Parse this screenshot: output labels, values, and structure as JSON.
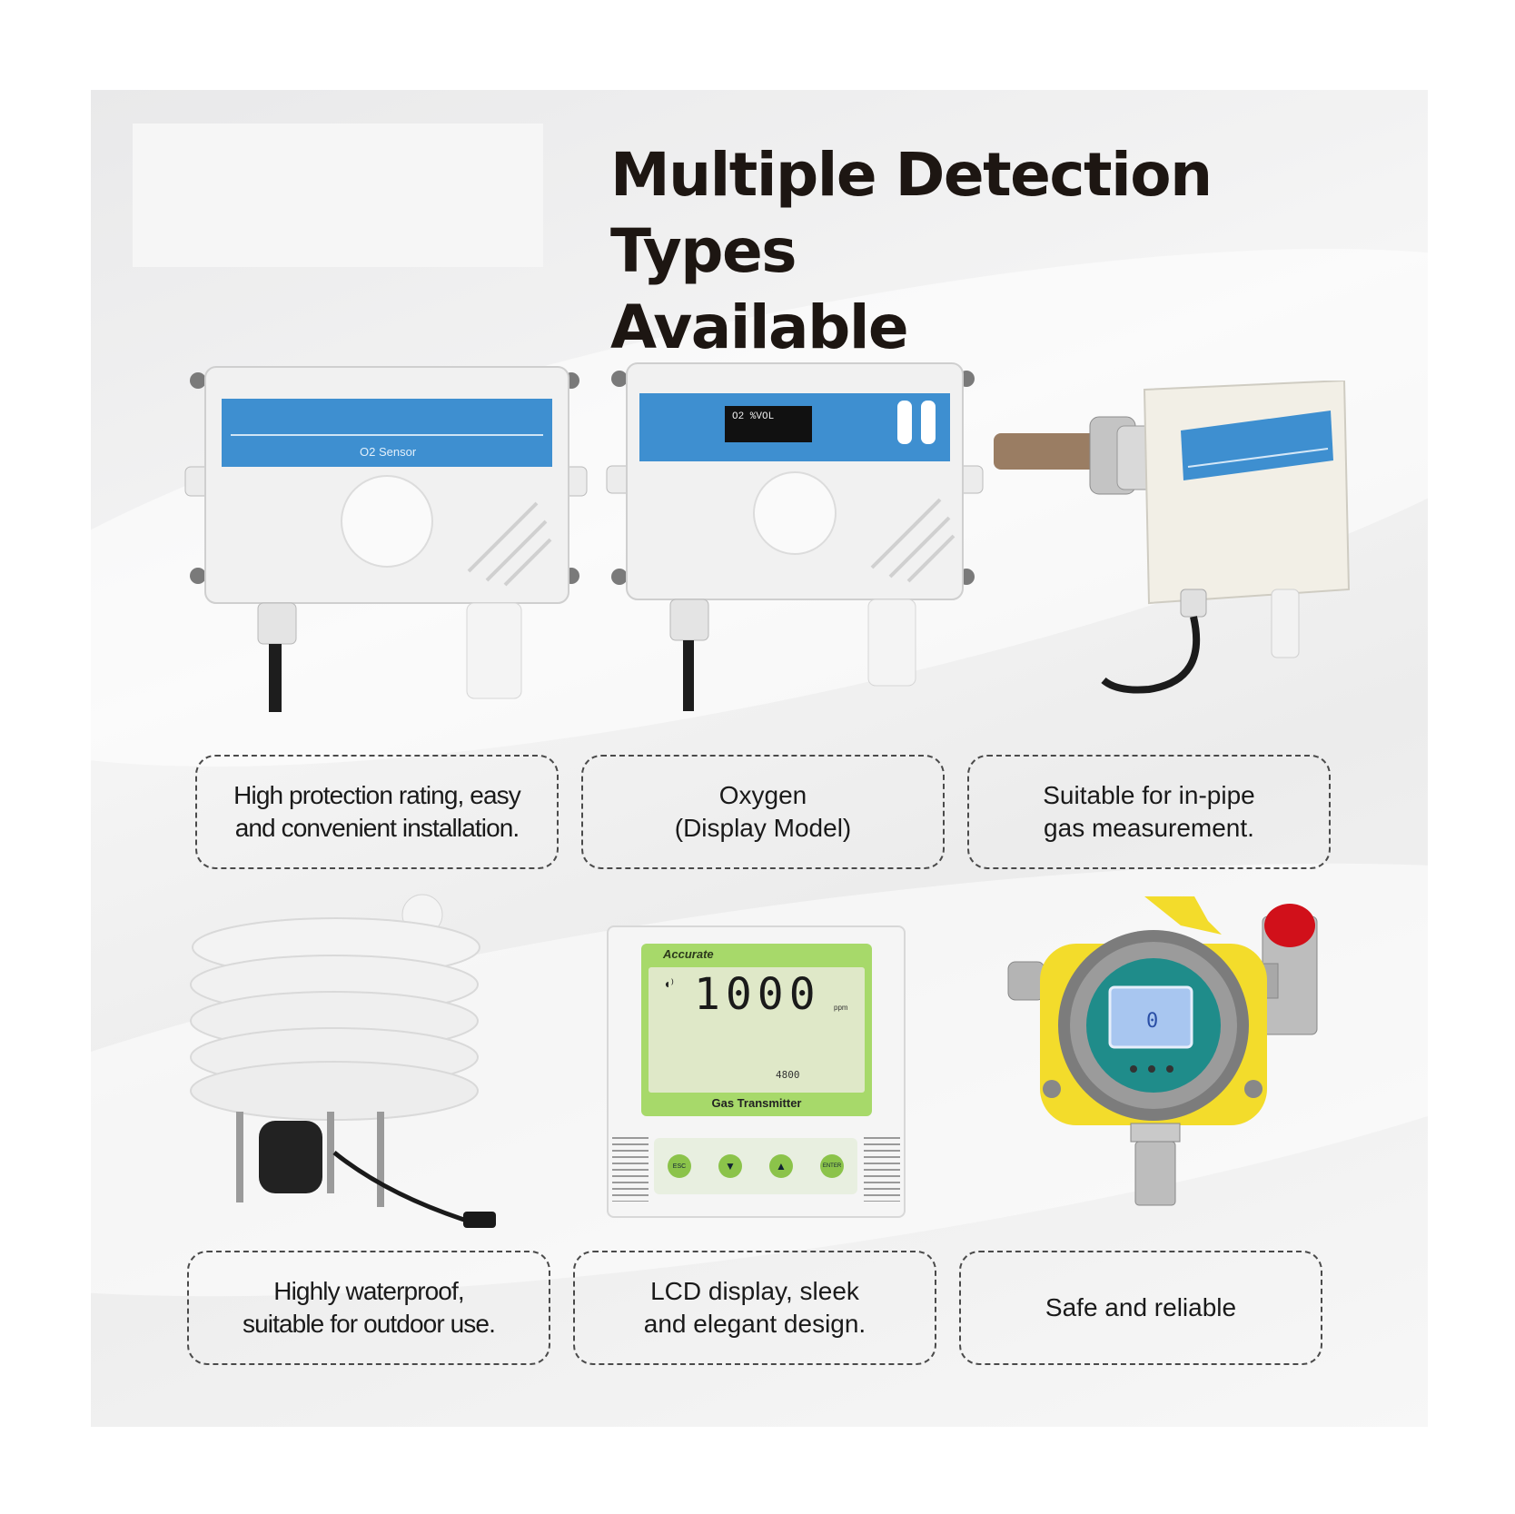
{
  "title": {
    "line1": "Multiple Detection Types",
    "line2": "Available"
  },
  "products": [
    {
      "name": "o2-sensor",
      "label_text": "O2 Sensor",
      "caption": [
        "High protection rating, easy",
        "and convenient installation."
      ]
    },
    {
      "name": "oxygen-display-model",
      "display_text": "O2   %VOL",
      "caption": [
        "Oxygen",
        "(Display Model)"
      ]
    },
    {
      "name": "in-pipe-sensor",
      "caption": [
        "Suitable for in-pipe",
        "gas measurement."
      ]
    },
    {
      "name": "outdoor-louver-sensor",
      "caption": [
        "Highly waterproof,",
        "suitable for outdoor use."
      ]
    },
    {
      "name": "lcd-gas-transmitter",
      "brand": "Accurate",
      "reading": "1000",
      "unit": "ppm",
      "sub_reading": "4800",
      "device_name": "Gas Transmitter",
      "buttons": [
        "ESC",
        "▼",
        "▲",
        "ENTER"
      ],
      "caption": [
        "LCD display, sleek",
        "and elegant design."
      ]
    },
    {
      "name": "explosion-proof-detector",
      "reading": "0",
      "caption": [
        "Safe and reliable"
      ]
    }
  ],
  "colors": {
    "title": "#1d1612",
    "sensor_blue": "#3e8fd0",
    "lcd_green": "#a7d96a",
    "detector_yellow": "#f3dc2b",
    "alarm_red": "#d1101a"
  }
}
